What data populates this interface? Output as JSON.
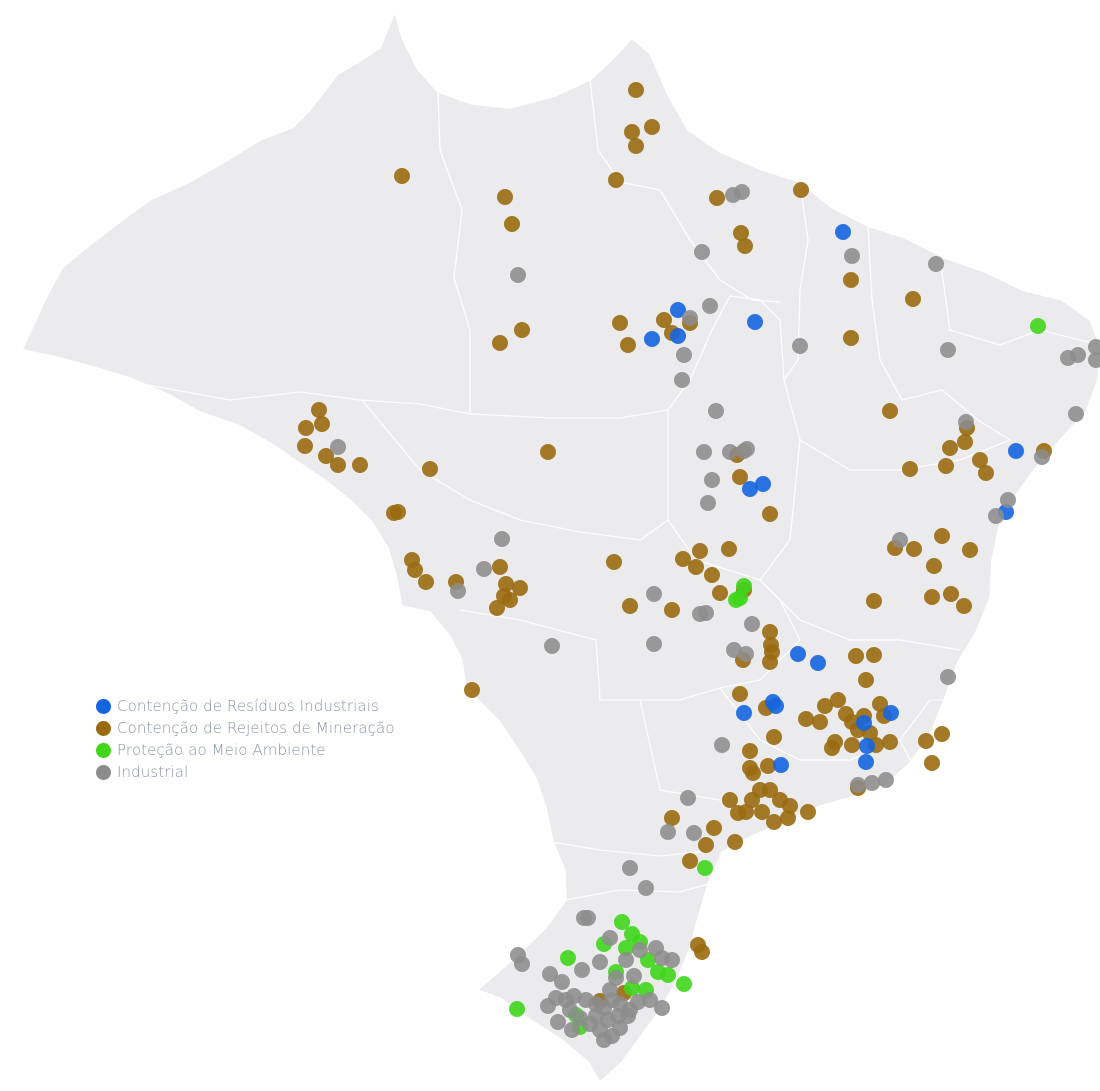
{
  "legend": [
    {
      "key": "industrial_waste",
      "label": "Contenção de Resíduos Industriais",
      "color": "#1565e0"
    },
    {
      "key": "mining",
      "label": "Contenção de Rejeitos de Mineração",
      "color": "#9a6a10"
    },
    {
      "key": "environment",
      "label": "Proteção ao Meio Ambiente",
      "color": "#3fd61c"
    },
    {
      "key": "industrial",
      "label": "Industrial",
      "color": "#8c8c8c"
    }
  ],
  "colors": {
    "land": "#ebebed",
    "border": "#ffffff",
    "background": "#ffffff",
    "legend_text": "#8a93a6"
  }
}
